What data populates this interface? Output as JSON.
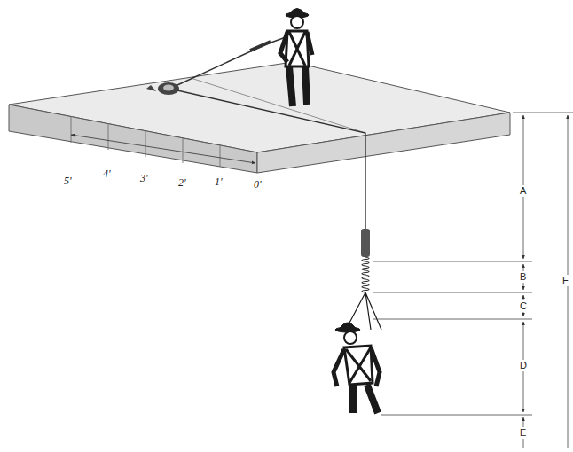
{
  "diagram": {
    "labels": [
      "5'",
      "4'",
      "3'",
      "2'",
      "1'",
      "0'",
      "A",
      "B",
      "C",
      "D",
      "E",
      "F"
    ]
  }
}
